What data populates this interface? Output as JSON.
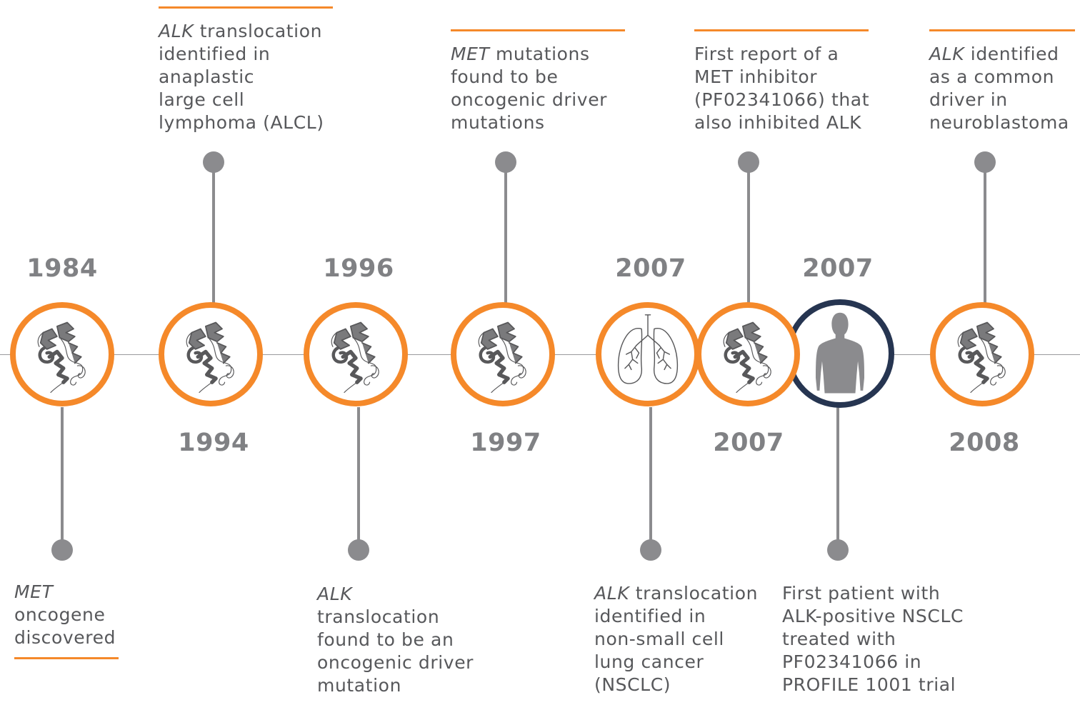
{
  "colors": {
    "accent": "#f5892a",
    "navy": "#263551",
    "stem_gray": "#8b8b8e",
    "year_gray": "#808184",
    "text": "#57585b"
  },
  "events": [
    {
      "year": "1984",
      "icon": "protein-structure-icon",
      "text_italic": "MET",
      "text_line1_rest": "",
      "text_lines": [
        "oncogene",
        "discovered"
      ]
    },
    {
      "year": "1994",
      "icon": "protein-structure-icon",
      "text_italic": "ALK",
      "text_line1_rest": " translocation",
      "text_lines": [
        "identified in",
        "anaplastic",
        "large cell",
        "lymphoma (ALCL)"
      ]
    },
    {
      "year": "1996",
      "icon": "protein-structure-icon",
      "text_italic": "ALK",
      "text_line1_rest": "",
      "text_lines": [
        "translocation",
        "found to be an",
        "oncogenic driver",
        "mutation"
      ]
    },
    {
      "year": "1997",
      "icon": "protein-structure-icon",
      "text_italic": "MET",
      "text_line1_rest": " mutations",
      "text_lines": [
        "found to be",
        "oncogenic driver",
        "mutations"
      ]
    },
    {
      "year": "2007",
      "icon": "lungs-icon",
      "text_italic": "ALK",
      "text_line1_rest": " translocation",
      "text_lines": [
        "identified in",
        "non-small cell",
        "lung cancer",
        "(NSCLC)"
      ]
    },
    {
      "year": "2007",
      "icon": "protein-structure-icon",
      "text_italic": "",
      "text_line1_rest": "First report of a",
      "text_lines": [
        "MET inhibitor",
        "(PF02341066) that",
        "also inhibited ALK"
      ]
    },
    {
      "year": "2007",
      "icon": "human-silhouette-icon",
      "text_italic": "",
      "text_line1_rest": "First patient with",
      "text_lines": [
        "ALK-positive NSCLC",
        "treated with",
        "PF02341066 in",
        "PROFILE 1001 trial"
      ]
    },
    {
      "year": "2008",
      "icon": "protein-structure-icon",
      "text_italic": "ALK",
      "text_line1_rest": " identified",
      "text_lines": [
        "as a common",
        "driver in",
        "neuroblastoma"
      ]
    }
  ]
}
